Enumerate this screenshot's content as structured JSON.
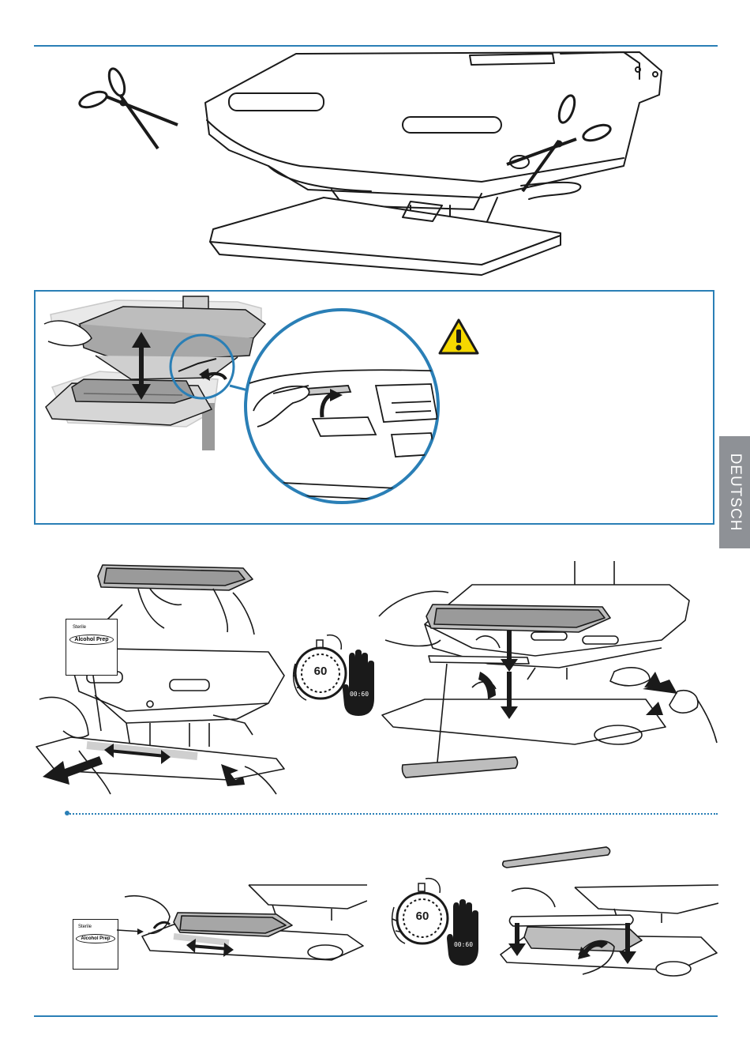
{
  "side_tab": {
    "label": "DEUTSCH"
  },
  "alcohol_prep": {
    "title": "Sterile",
    "label": "Alcohol Prep"
  },
  "timer": {
    "seconds": "60",
    "digital": "00:60"
  },
  "colors": {
    "accent": "#2a7fb6",
    "tab": "#8e9196",
    "warning": "#f5d800",
    "ink": "#1a1a1a"
  },
  "icons": [
    "scissors-icon",
    "warning-icon",
    "stopwatch-icon",
    "stop-hand-icon",
    "arrow-icon"
  ]
}
